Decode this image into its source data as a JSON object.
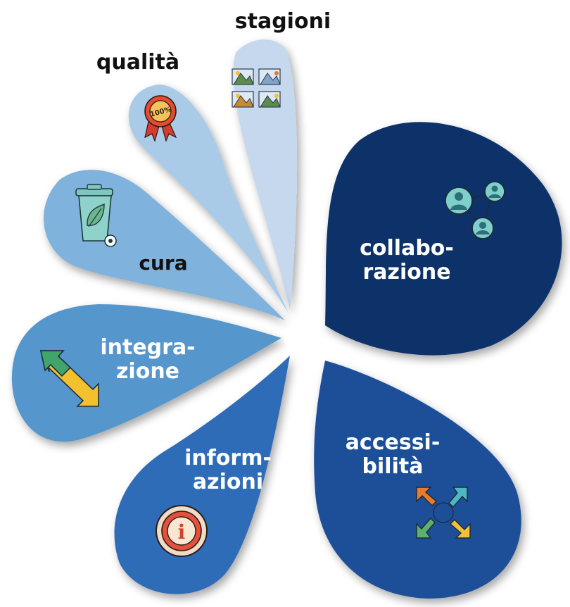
{
  "petals": {
    "stagioni": {
      "label": "stagioni",
      "icon": "landscape-seasons-icon"
    },
    "qualita": {
      "label": "qualità",
      "icon": "quality-rosette-icon",
      "icon_text": "100%"
    },
    "cura": {
      "label": "cura",
      "icon": "eco-bin-icon"
    },
    "integrazione": {
      "line1": "integra-",
      "line2": "zione",
      "icon": "double-arrow-icon"
    },
    "informazioni": {
      "line1": "inform-",
      "line2": "azioni",
      "icon": "info-icon",
      "icon_text": "i"
    },
    "accessibilita": {
      "line1": "accessi-",
      "line2": "bilità",
      "icon": "circular-arrows-icon"
    },
    "collaborazione": {
      "line1": "collabo-",
      "line2": "razione",
      "icon": "people-network-icon"
    }
  },
  "colors": {
    "stagioni": "#c6d8ee",
    "qualita": "#a9cbe8",
    "cura": "#7fb2dc",
    "integrazione": "#5596cc",
    "informazioni": "#2e6cb7",
    "accessibilita": "#1a4f98",
    "collaborazione": "#0d3169",
    "label_dark": "#111111",
    "label_light": "#ffffff"
  }
}
